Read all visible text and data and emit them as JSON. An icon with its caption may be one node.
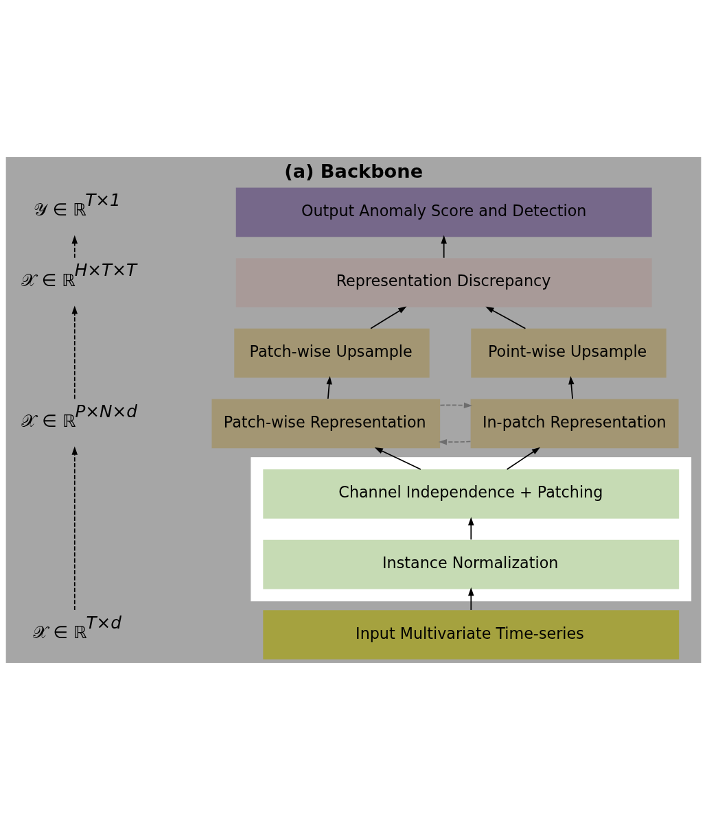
{
  "diagram": {
    "title": "(a) Backbone",
    "nodes": [
      {
        "text": [
          "Output Anomaly Score and Detection"
        ]
      },
      {
        "text": [
          "Representation Discrepancy"
        ]
      },
      {
        "text": [
          "Patch-wise Upsample"
        ]
      },
      {
        "text": [
          "Point-wise Upsample"
        ]
      },
      {
        "text": [
          "Patch-wise Representation"
        ]
      },
      {
        "text": [
          "In-patch Representation"
        ]
      },
      {
        "text": [],
        "shape": "box"
      },
      {
        "text": [
          "Channel Independence + Patching"
        ],
        "in": 6
      },
      {
        "text": [
          "Instance Normalization"
        ],
        "in": 6
      },
      {
        "text": [
          "Input Multivariate Time-series"
        ]
      },
      {
        "text": [
          "𝒴 ∈ ℝ$^{T×1}$"
        ]
      },
      {
        "text": [
          "𝒳 ∈ ℝ$^{H×T×T}$"
        ]
      },
      {
        "text": [
          "𝒳 ∈ ℝ$^{P×N×d}$"
        ]
      },
      {
        "text": [
          "𝒳 ∈ ℝ$^{T×d}$"
        ]
      }
    ],
    "edges": [
      {
        "from": 9,
        "to": 8,
        "arrow": "to"
      },
      {
        "from": 8,
        "to": 7,
        "arrow": "to"
      },
      {
        "from": 7,
        "to": 4,
        "arrow": "to"
      },
      {
        "from": 7,
        "to": 5,
        "arrow": "to"
      },
      {
        "from": 4,
        "to": 2,
        "arrow": "to"
      },
      {
        "from": 5,
        "to": 3,
        "arrow": "to"
      },
      {
        "from": 2,
        "to": 1,
        "arrow": "to"
      },
      {
        "from": 3,
        "to": 1,
        "arrow": "to"
      },
      {
        "from": 1,
        "to": 0,
        "arrow": "to"
      },
      {
        "from": 4,
        "to": 5,
        "arrow": "to",
        "style": "dashed",
        "color": "#6e6e6e"
      },
      {
        "from": 5,
        "to": 4,
        "arrow": "to",
        "style": "dashed",
        "color": "#6e6e6e"
      },
      {
        "from": 13,
        "to": 12,
        "arrow": "to",
        "style": "dashed"
      },
      {
        "from": 12,
        "to": 11,
        "arrow": "to",
        "style": "dashed"
      },
      {
        "from": 11,
        "to": 10,
        "arrow": "to",
        "style": "dashed"
      }
    ]
  }
}
